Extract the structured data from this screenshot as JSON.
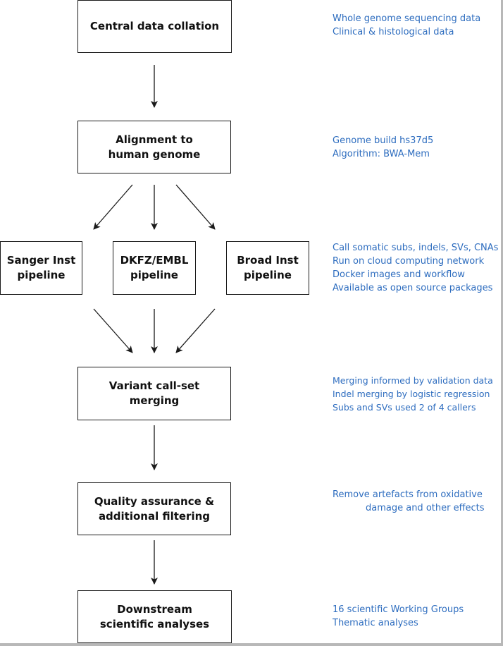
{
  "boxes": {
    "central": {
      "lines": [
        "Central data collation"
      ]
    },
    "alignment": {
      "lines": [
        "Alignment to",
        "human genome"
      ]
    },
    "sanger": {
      "lines": [
        "Sanger Inst",
        "pipeline"
      ]
    },
    "dkfz": {
      "lines": [
        "DKFZ/EMBL",
        "pipeline"
      ]
    },
    "broad": {
      "lines": [
        "Broad Inst",
        "pipeline"
      ]
    },
    "merging": {
      "lines": [
        "Variant call-set",
        "merging"
      ]
    },
    "qa": {
      "lines": [
        "Quality assurance &",
        "additional filtering"
      ]
    },
    "downstream": {
      "lines": [
        "Downstream",
        "scientific analyses"
      ]
    }
  },
  "notes": {
    "central": [
      "Whole genome sequencing data",
      "Clinical & histological data"
    ],
    "alignment": [
      "Genome build hs37d5",
      "Algorithm: BWA-Mem"
    ],
    "pipelines": [
      "Call somatic subs, indels, SVs, CNAs",
      "Run on cloud computing network",
      "Docker images and workflow",
      "Available as open source packages"
    ],
    "merging": [
      "Merging informed by validation data",
      "Indel merging by logistic regression",
      "Subs and SVs used 2 of 4 callers"
    ],
    "qa": [
      "Remove artefacts from oxidative",
      "damage and other effects"
    ],
    "downstream": [
      "16 scientific Working Groups",
      "Thematic analyses"
    ]
  },
  "colors": {
    "note_text": "#2e6dbf",
    "box_border": "#1a1a1a",
    "box_text": "#111111",
    "frame": "#b8b8b8"
  }
}
